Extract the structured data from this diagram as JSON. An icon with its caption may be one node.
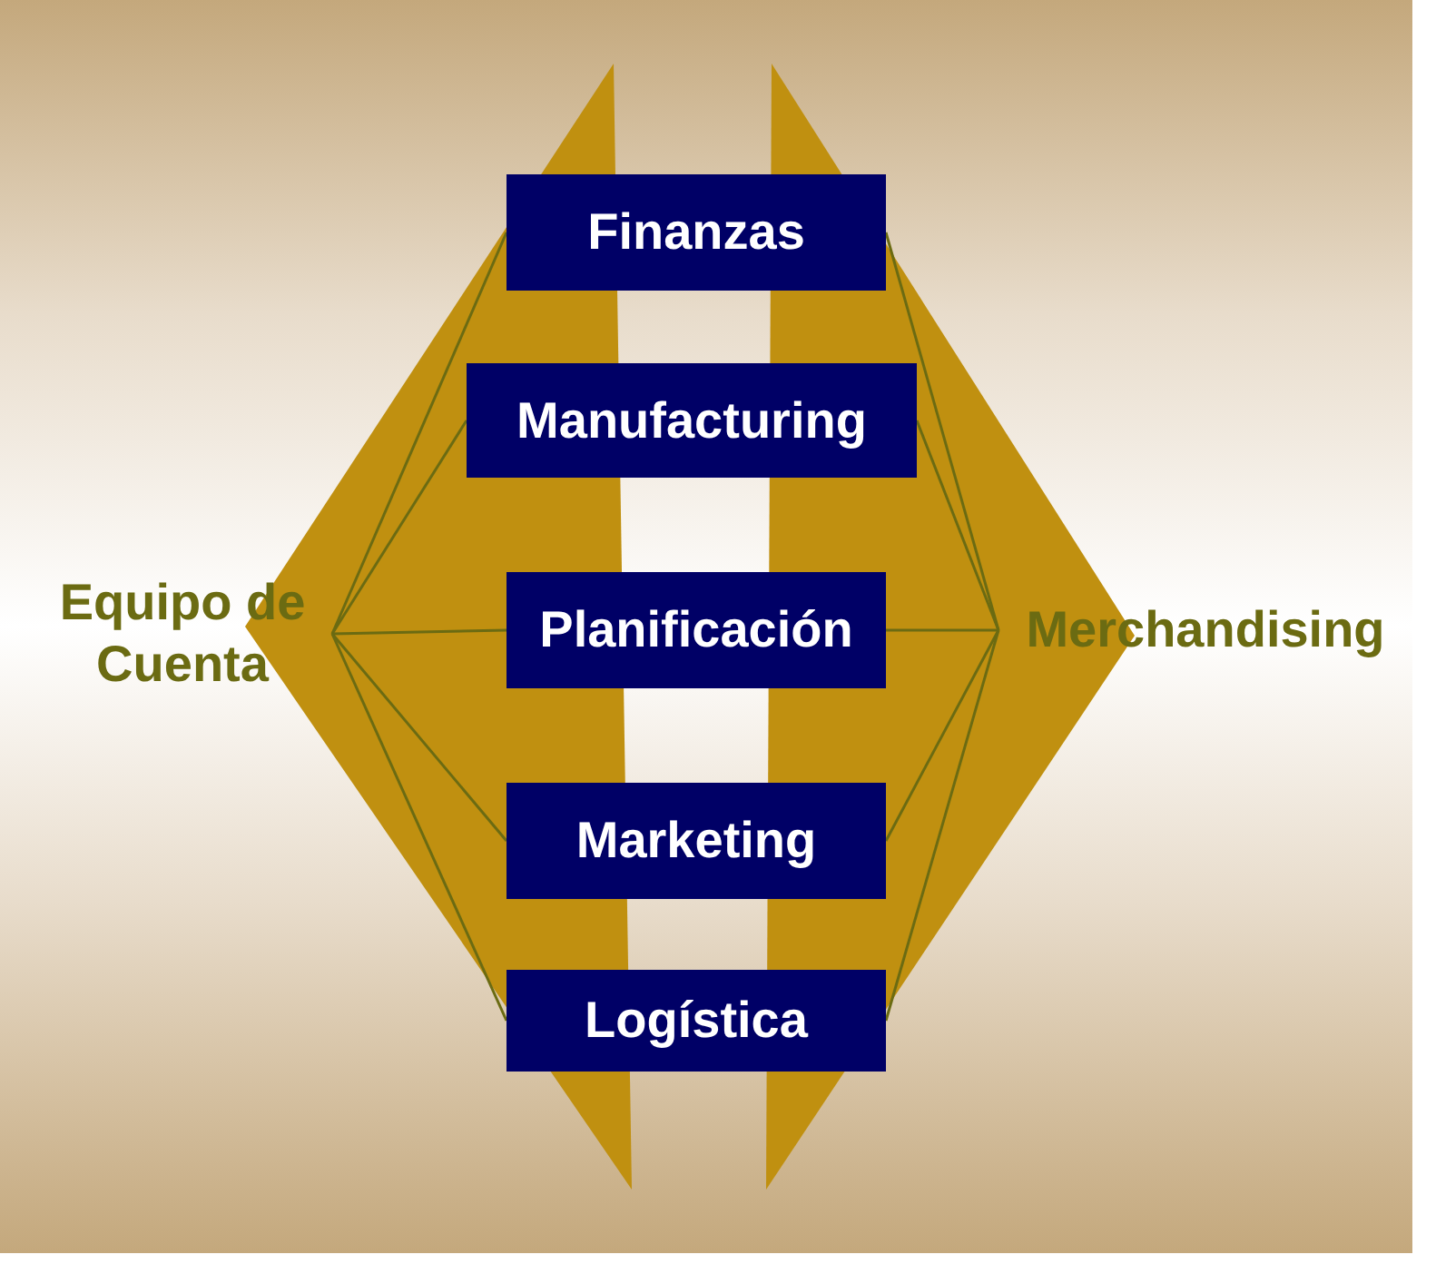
{
  "diagram": {
    "nodes": [
      {
        "text": [
          "Equipo de Cuenta"
        ]
      },
      {
        "text": [
          "Finanzas"
        ]
      },
      {
        "text": [
          "Manufacturing"
        ]
      },
      {
        "text": [
          "Planificación"
        ]
      },
      {
        "text": [
          "Marketing"
        ]
      },
      {
        "text": [
          "Logística"
        ]
      },
      {
        "text": [
          "Merchandising"
        ]
      }
    ],
    "edges": [
      {
        "from": 0,
        "to": 1,
        "arrow": "none"
      },
      {
        "from": 0,
        "to": 2,
        "arrow": "none"
      },
      {
        "from": 0,
        "to": 3,
        "arrow": "none"
      },
      {
        "from": 0,
        "to": 4,
        "arrow": "none"
      },
      {
        "from": 0,
        "to": 5,
        "arrow": "none"
      },
      {
        "from": 1,
        "to": 6,
        "arrow": "none"
      },
      {
        "from": 2,
        "to": 6,
        "arrow": "none"
      },
      {
        "from": 3,
        "to": 6,
        "arrow": "none"
      },
      {
        "from": 4,
        "to": 6,
        "arrow": "none"
      },
      {
        "from": 5,
        "to": 6,
        "arrow": "none"
      }
    ]
  }
}
